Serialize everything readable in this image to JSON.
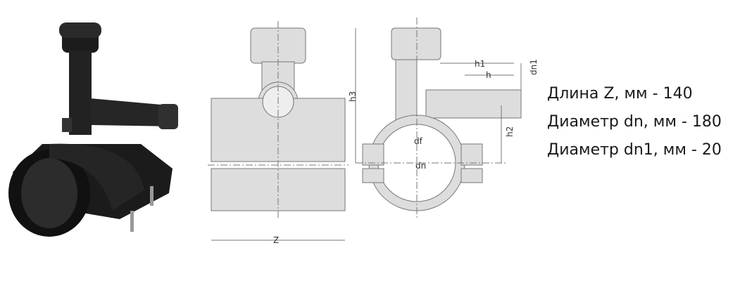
{
  "drawing_labels": {
    "z": "Z",
    "h3": "h3",
    "h1": "h1",
    "h": "h",
    "dn1": "dn1",
    "h2": "h2",
    "df": "df",
    "dn": "dn"
  },
  "specs": [
    "Длина Z, мм - 140",
    "Диаметр dn, мм - 180",
    "Диаметр dn1, мм - 20"
  ]
}
